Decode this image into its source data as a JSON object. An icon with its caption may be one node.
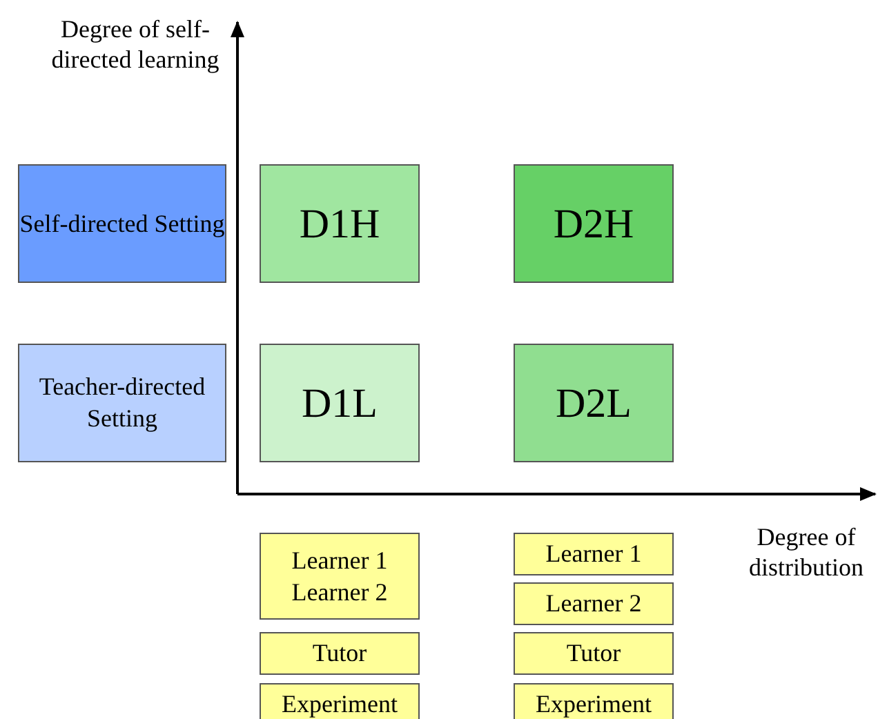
{
  "diagram": {
    "nodes": [
      {
        "text": [
          "Self-directed Setting"
        ]
      },
      {
        "text": [
          "D1H"
        ]
      },
      {
        "text": [
          "D2H"
        ]
      },
      {
        "text": [
          "Teacher-directed Setting"
        ]
      },
      {
        "text": [
          "D1L"
        ]
      },
      {
        "text": [
          "D2L"
        ]
      },
      {
        "text": [
          "Learner 1 Learner 2"
        ]
      },
      {
        "text": [
          "Learner 1"
        ]
      },
      {
        "text": [
          "Learner 2"
        ]
      },
      {
        "text": [
          "Tutor"
        ]
      },
      {
        "text": [
          "Tutor"
        ]
      },
      {
        "text": [
          "Experiment"
        ]
      },
      {
        "text": [
          "Experiment"
        ]
      }
    ],
    "edges": [],
    "labels": [
      "Degree of self-directed learning",
      "Degree of distribution"
    ]
  }
}
